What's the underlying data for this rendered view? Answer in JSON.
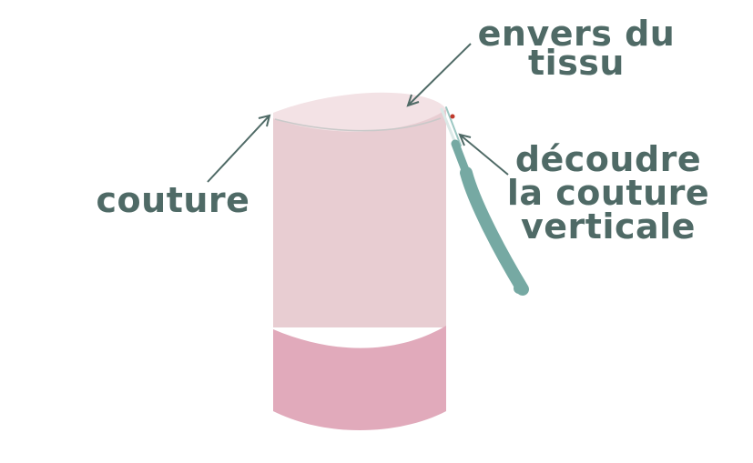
{
  "labels": {
    "envers_line1": "envers du",
    "envers_line2": "tissu",
    "couture": "couture",
    "decoudre_line1": "découdre",
    "decoudre_line2": "la couture",
    "decoudre_line3": "verticale"
  },
  "colors": {
    "text": "#4f6a66",
    "fabric_light": "#e8cdd2",
    "fabric_top": "#f3e2e5",
    "fabric_band": "#e1aabb",
    "seam_ripper": "#76a9a3",
    "arrow": "#4f6a66"
  },
  "icons": {
    "tool": "seam-ripper-icon"
  }
}
